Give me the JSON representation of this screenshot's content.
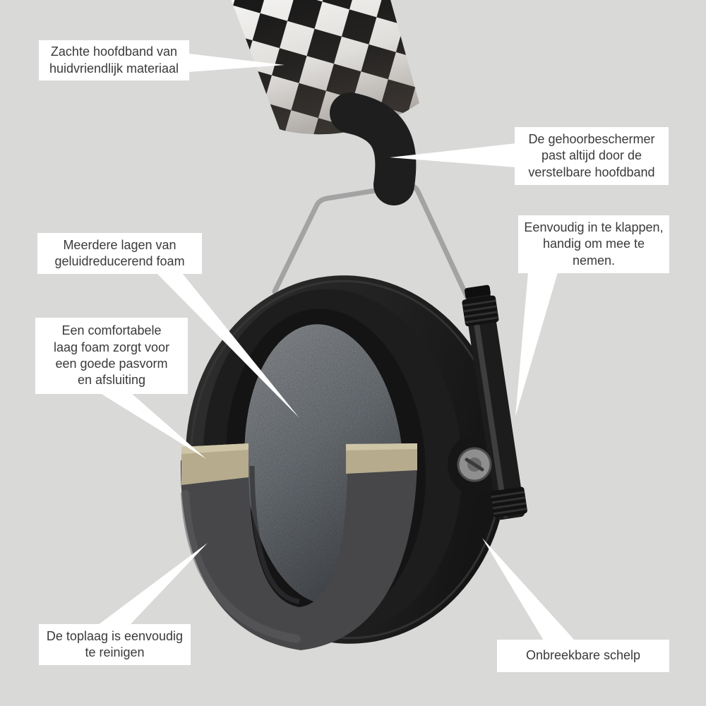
{
  "callouts": {
    "headband": {
      "text": "Zachte hoofdband van\nhuidvriendlijk materiaal"
    },
    "adjustable": {
      "text": "De gehoorbeschermer\npast altijd door de\nverstelbare hoofdband"
    },
    "foldable": {
      "text": "Eenvoudig in te klappen,\nhandig om mee te\nnemen."
    },
    "foam_layers": {
      "text": "Meerdere lagen van\ngeluidreducerend foam"
    },
    "comfort_layer": {
      "text": "Een comfortabele\nlaag foam zorgt voor\neen goede pasvorm\nen afsluiting"
    },
    "top_layer": {
      "text": "De toplaag is eenvoudig\nte reinigen"
    },
    "shell": {
      "text": "Onbreekbare schelp"
    }
  },
  "colors": {
    "background": "#d9d9d8",
    "callout_background": "#ffffff",
    "callout_text": "#3a3a3a",
    "shell_black": "#222222",
    "foam_gray": "#9299a0",
    "foam_cut_tan": "#b6ab8d",
    "wire_gray": "#a3a3a3",
    "checker_dark": "#181818",
    "checker_light": "#f4f4f2"
  }
}
